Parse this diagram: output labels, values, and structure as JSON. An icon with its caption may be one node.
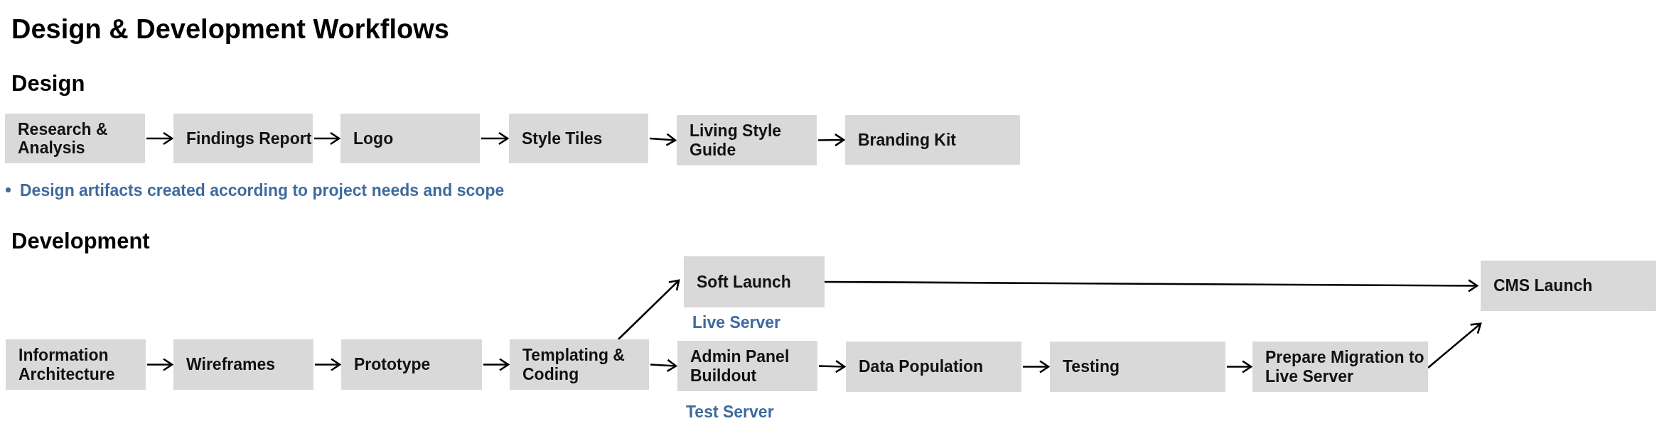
{
  "diagram": {
    "title": "Design & Development Workflows",
    "nodes": [
      {
        "text": [
          "Research & Analysis"
        ]
      },
      {
        "text": [
          "Findings Report"
        ]
      },
      {
        "text": [
          "Logo"
        ]
      },
      {
        "text": [
          "Style Tiles"
        ]
      },
      {
        "text": [
          "Living Style Guide"
        ]
      },
      {
        "text": [
          "Branding Kit"
        ]
      },
      {
        "text": [
          "Soft Launch"
        ],
        "beside": [
          "Live Server"
        ]
      },
      {
        "text": [
          "CMS Launch"
        ]
      },
      {
        "text": [
          "Information Architecture"
        ]
      },
      {
        "text": [
          "Wireframes"
        ]
      },
      {
        "text": [
          "Prototype"
        ]
      },
      {
        "text": [
          "Templating & Coding"
        ]
      },
      {
        "text": [
          "Admin Panel Buildout"
        ],
        "beside": [
          "Test Server"
        ]
      },
      {
        "text": [
          "Data Population"
        ]
      },
      {
        "text": [
          "Testing"
        ]
      },
      {
        "text": [
          "Prepare Migration to Live Server"
        ]
      }
    ],
    "edges": [
      {
        "from": 0,
        "to": 1,
        "arrow": "to"
      },
      {
        "from": 1,
        "to": 2,
        "arrow": "to"
      },
      {
        "from": 2,
        "to": 3,
        "arrow": "to"
      },
      {
        "from": 3,
        "to": 4,
        "arrow": "to"
      },
      {
        "from": 4,
        "to": 5,
        "arrow": "to"
      },
      {
        "from": 8,
        "to": 9,
        "arrow": "to"
      },
      {
        "from": 9,
        "to": 10,
        "arrow": "to"
      },
      {
        "from": 10,
        "to": 11,
        "arrow": "to"
      },
      {
        "from": 11,
        "to": 6,
        "arrow": "to"
      },
      {
        "from": 11,
        "to": 12,
        "arrow": "to"
      },
      {
        "from": 12,
        "to": 13,
        "arrow": "to"
      },
      {
        "from": 13,
        "to": 14,
        "arrow": "to"
      },
      {
        "from": 14,
        "to": 15,
        "arrow": "to"
      },
      {
        "from": 6,
        "to": 7,
        "arrow": "to"
      },
      {
        "from": 15,
        "to": 7,
        "arrow": "to"
      }
    ],
    "labels": [
      "Design",
      "Design artifacts created according to project needs and scope",
      "Development"
    ]
  }
}
